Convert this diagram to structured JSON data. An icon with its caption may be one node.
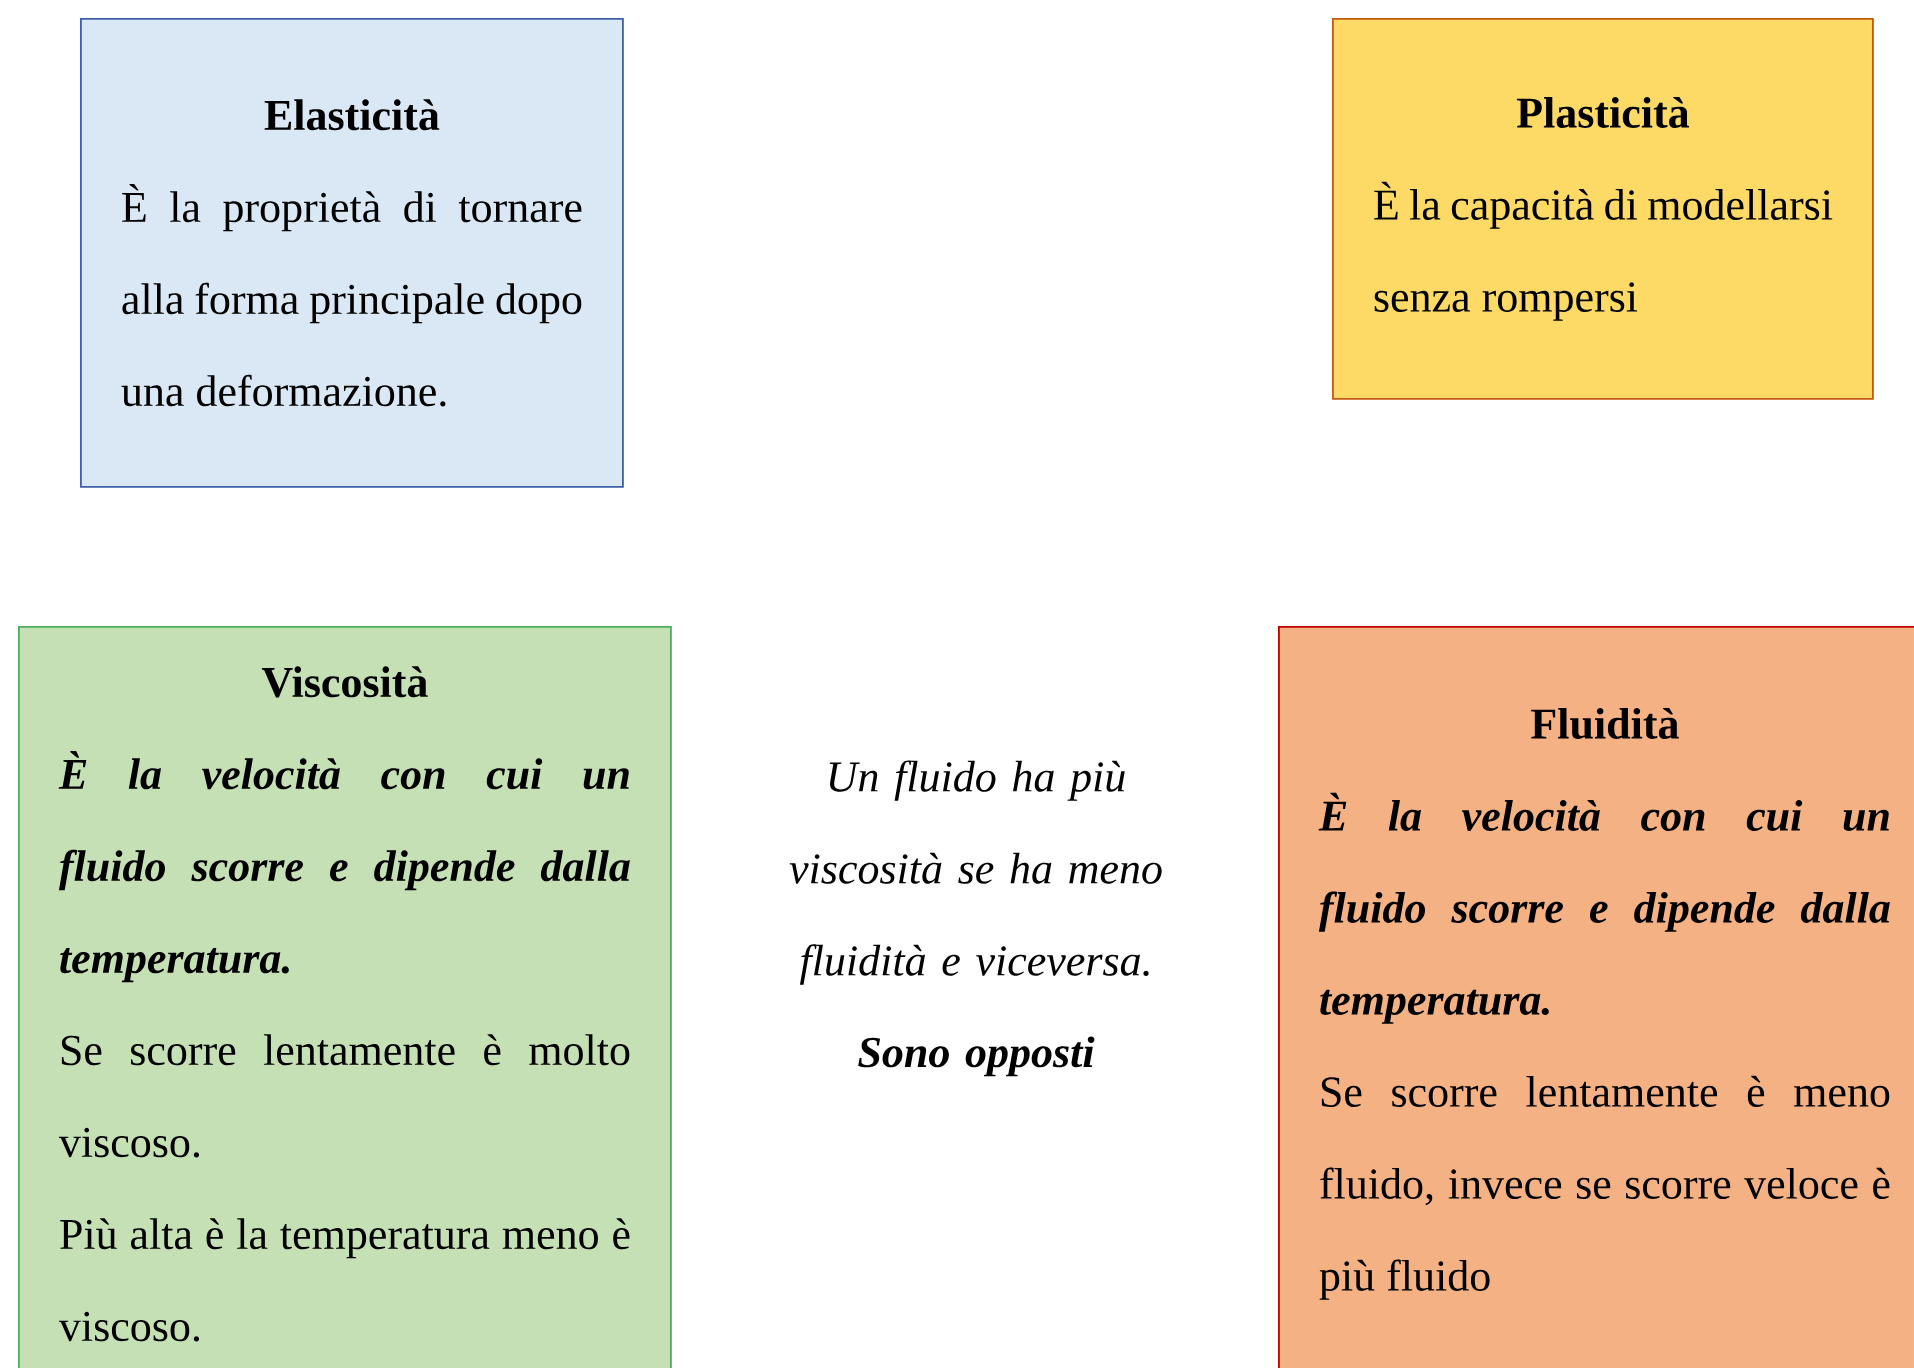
{
  "diagram": {
    "nodes": [
      {
        "text": [
          "Elasticità",
          "È la proprietà di tornare alla forma principale dopo una deformazione."
        ]
      },
      {
        "text": [
          "Plasticità",
          "È la capacità di modellarsi senza rompersi"
        ]
      },
      {
        "text": [
          "Viscosità",
          "È la velocità con cui un fluido scorre e dipende dalla temperatura.",
          "Se scorre lentamente è molto viscoso.",
          "Più alta è la temperatura meno è viscoso."
        ]
      },
      {
        "text": [
          "Fluidità",
          "È la velocità con cui un fluido scorre e dipende dalla temperatura.",
          "Se scorre lentamente è meno fluido, invece se scorre veloce è più fluido"
        ]
      }
    ],
    "labels": [
      "Un fluido ha più viscosità se ha meno fluidità e viceversa.",
      "Sono opposti"
    ]
  }
}
